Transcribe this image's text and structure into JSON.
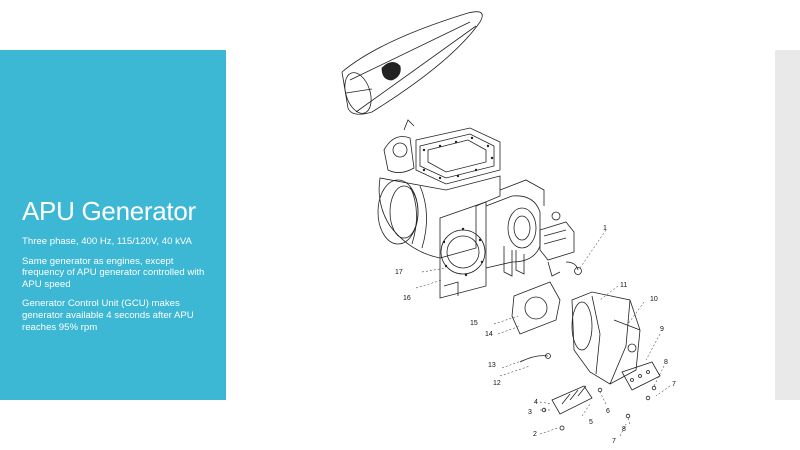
{
  "slide": {
    "title": "APU Generator",
    "bullets": [
      "Three phase, 400 Hz, 115/120V, 40 kVA",
      "Same generator as engines, except frequency of APU generator controlled with APU speed",
      "Generator Control Unit (GCU) makes generator available 4 seconds after APU reaches 95% rpm"
    ]
  },
  "diagram": {
    "callouts": [
      "1",
      "11",
      "10",
      "9",
      "8",
      "7",
      "8",
      "7",
      "6",
      "5",
      "4",
      "3",
      "2",
      "12",
      "13",
      "14",
      "15",
      "16",
      "17"
    ]
  },
  "colors": {
    "panel": "#3cb7d4",
    "strip": "#e9e9e9",
    "line": "#222222"
  }
}
